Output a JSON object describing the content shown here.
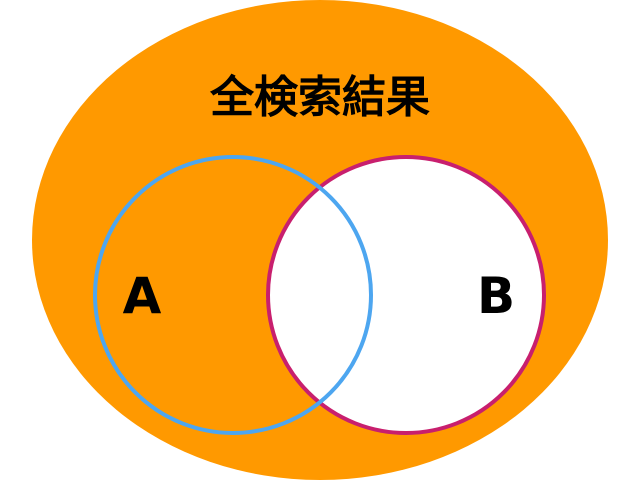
{
  "title": "全検索結果",
  "sets": {
    "a": {
      "label": "A",
      "stroke_color": "#4da6f0"
    },
    "b": {
      "label": "B",
      "stroke_color": "#c81f6e"
    }
  },
  "colors": {
    "universe_fill": "#ff9900",
    "intersection_fill": "#ffffff",
    "b_fill": "#ffffff"
  }
}
